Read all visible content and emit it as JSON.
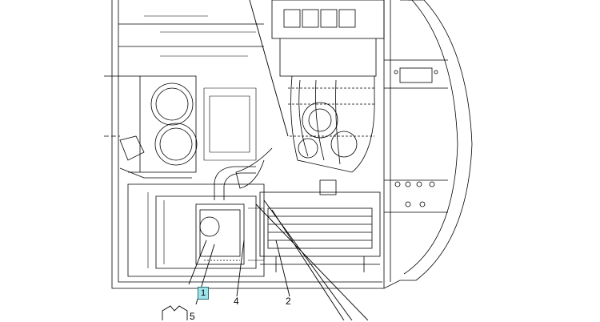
{
  "diagram": {
    "callouts": {
      "item_1": "1",
      "item_2": "2",
      "item_4": "4",
      "item_5": "5"
    },
    "highlight_color": "#9fe3ea",
    "line_color": "#000000"
  }
}
